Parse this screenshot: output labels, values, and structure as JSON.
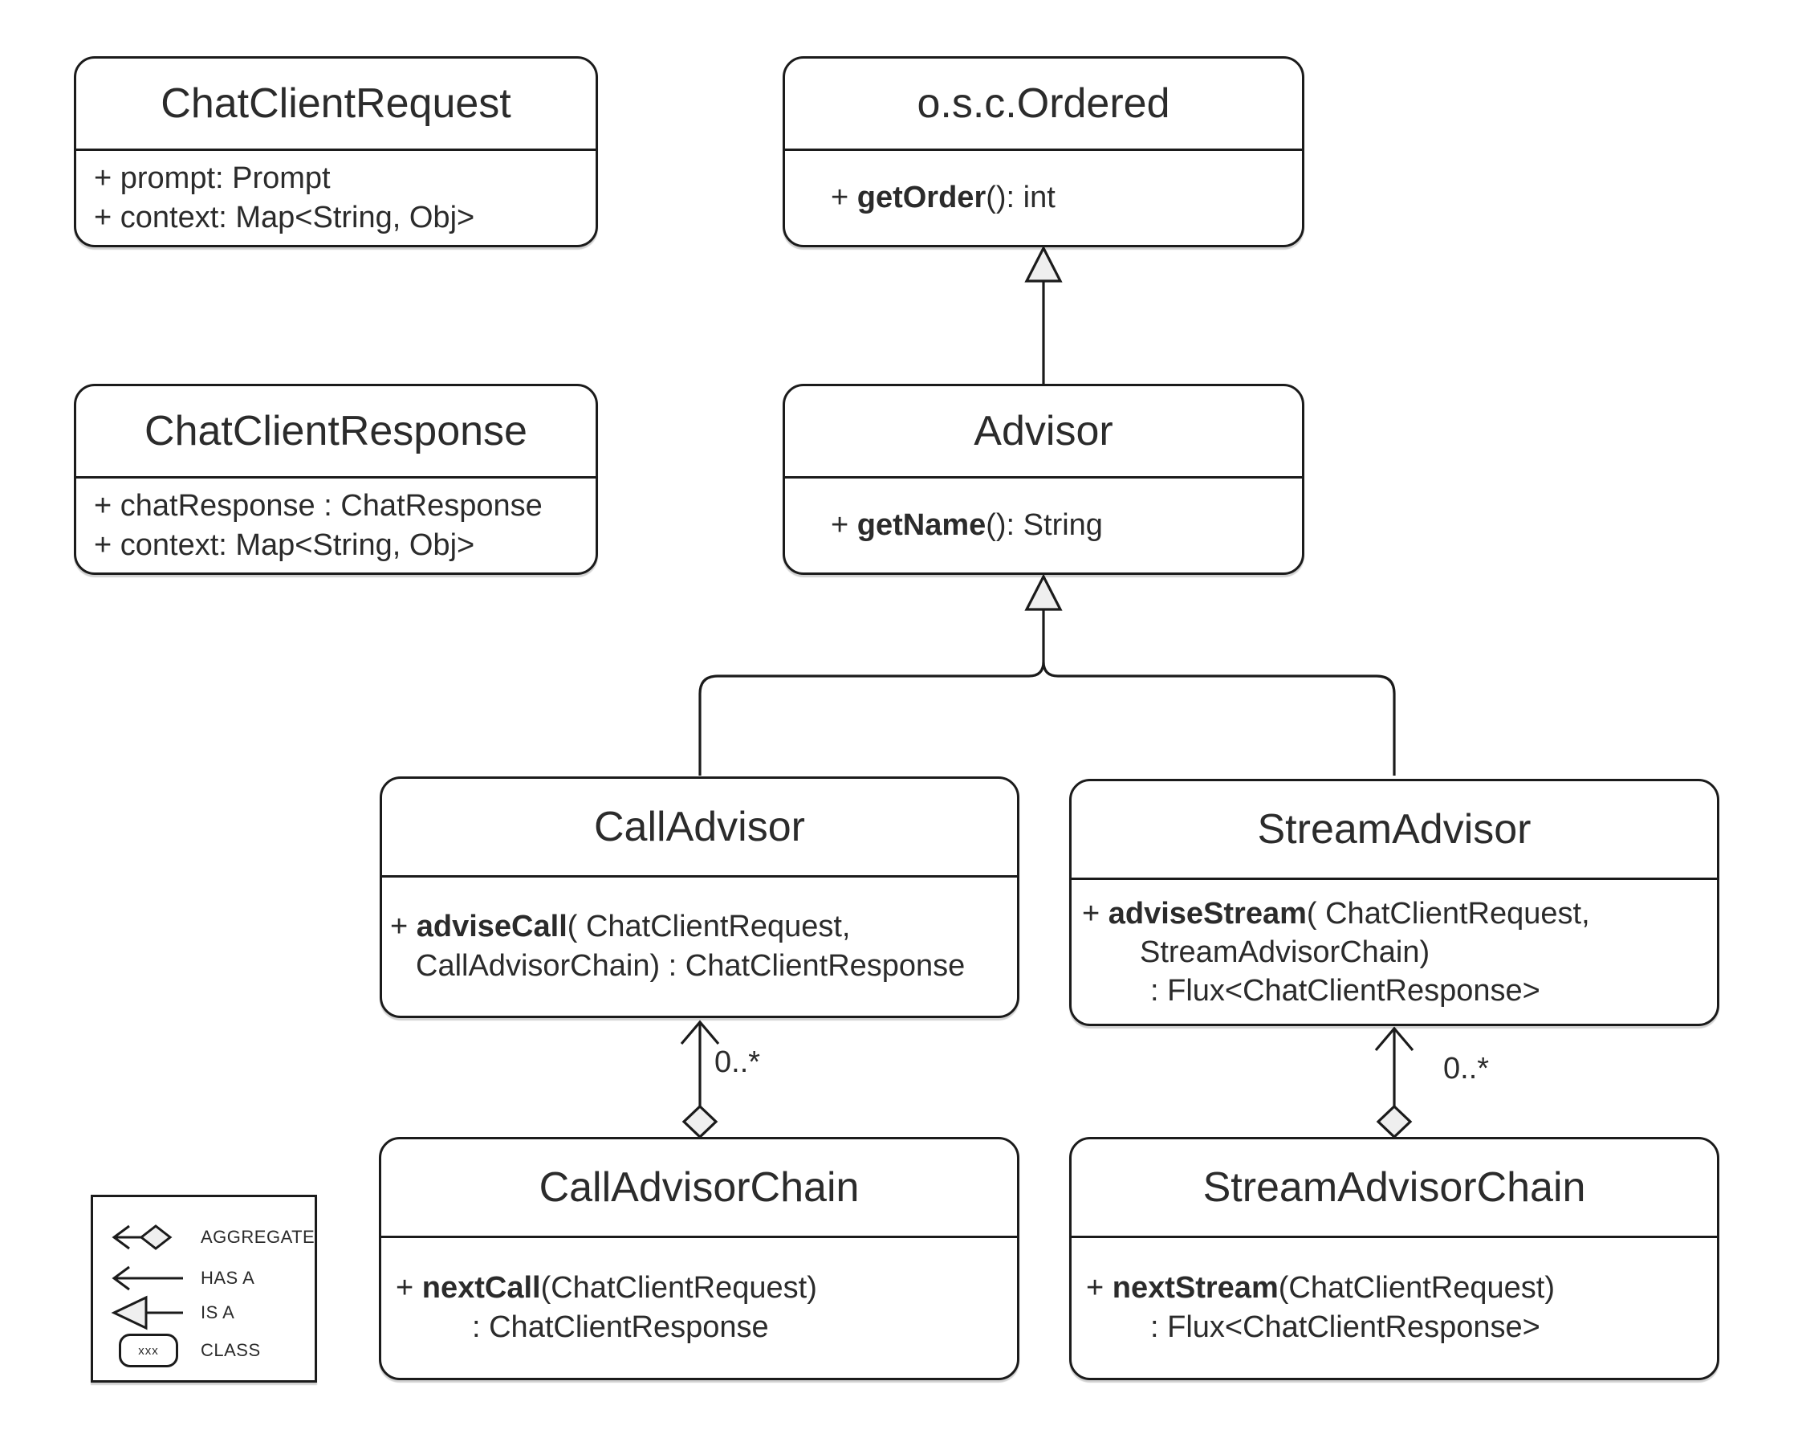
{
  "diagram": {
    "classes": {
      "request": {
        "title": "ChatClientRequest",
        "attr1": "+ prompt: Prompt",
        "attr2": "+ context: Map<String, Obj>"
      },
      "ordered": {
        "title": "o.s.c.Ordered",
        "m_prefix": "+ ",
        "m_name": "getOrder",
        "m_suffix": "(): int"
      },
      "response": {
        "title": "ChatClientResponse",
        "attr1": "+ chatResponse : ChatResponse",
        "attr2": "+ context: Map<String, Obj>"
      },
      "advisor": {
        "title": "Advisor",
        "m_prefix": "+ ",
        "m_name": "getName",
        "m_suffix": "(): String"
      },
      "call_advisor": {
        "title": "CallAdvisor",
        "m_prefix": "+ ",
        "m_name": "adviseCall",
        "m_suffix": "( ChatClientRequest,",
        "m_line2": "CallAdvisorChain) : ChatClientResponse"
      },
      "stream_advisor": {
        "title": "StreamAdvisor",
        "m_prefix": "+ ",
        "m_name": "adviseStream",
        "m_suffix": "( ChatClientRequest,",
        "m_line2": "StreamAdvisorChain)",
        "m_line3": ": Flux<ChatClientResponse>"
      },
      "call_chain": {
        "title": "CallAdvisorChain",
        "m_prefix": "+ ",
        "m_name": "nextCall",
        "m_suffix": "(ChatClientRequest)",
        "m_line2": ": ChatClientResponse"
      },
      "stream_chain": {
        "title": "StreamAdvisorChain",
        "m_prefix": "+ ",
        "m_name": "nextStream",
        "m_suffix": "(ChatClientRequest)",
        "m_line2": ": Flux<ChatClientResponse>"
      }
    },
    "relationships": {
      "call_multiplicity": "0..*",
      "stream_multiplicity": "0..*"
    },
    "legend": {
      "aggregate_label": "AGGREGATE",
      "has_a_label": "HAS A",
      "is_a_label": "IS A",
      "class_label": "CLASS",
      "class_box_text": "xxx"
    },
    "colors": {
      "stroke": "#1b1b1b",
      "text": "#2b2b2b",
      "shape_fill": "#efefef",
      "background": "#ffffff"
    }
  }
}
